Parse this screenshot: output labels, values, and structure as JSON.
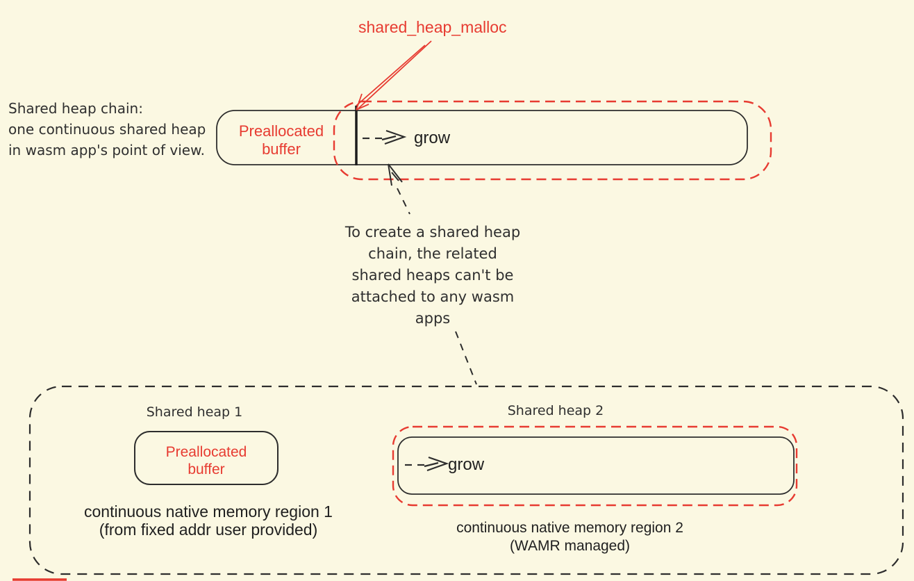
{
  "colors": {
    "background": "#fbf8e2",
    "accent_red": "#e73b31",
    "ink": "#2d2d2d"
  },
  "title": {
    "label": "shared_heap_malloc"
  },
  "intro": {
    "lines": [
      "Shared heap chain:",
      "one continuous shared heap",
      "in wasm app's point of view."
    ]
  },
  "chain": {
    "buffer_lines": [
      "Preallocated",
      "buffer"
    ],
    "grow_label": "grow"
  },
  "note": {
    "lines": [
      "To create a shared heap",
      "chain, the related",
      "shared heaps can't be",
      "attached to any wasm",
      "apps"
    ]
  },
  "regions": {
    "heap1": {
      "title": "Shared heap 1",
      "buffer_lines": [
        "Preallocated",
        "buffer"
      ],
      "caption_lines": [
        "continuous native memory region 1",
        "(from fixed addr user provided)"
      ]
    },
    "heap2": {
      "title": "Shared heap 2",
      "grow_label": "grow",
      "caption_lines": [
        "continuous native memory region 2",
        "(WAMR managed)"
      ]
    }
  }
}
